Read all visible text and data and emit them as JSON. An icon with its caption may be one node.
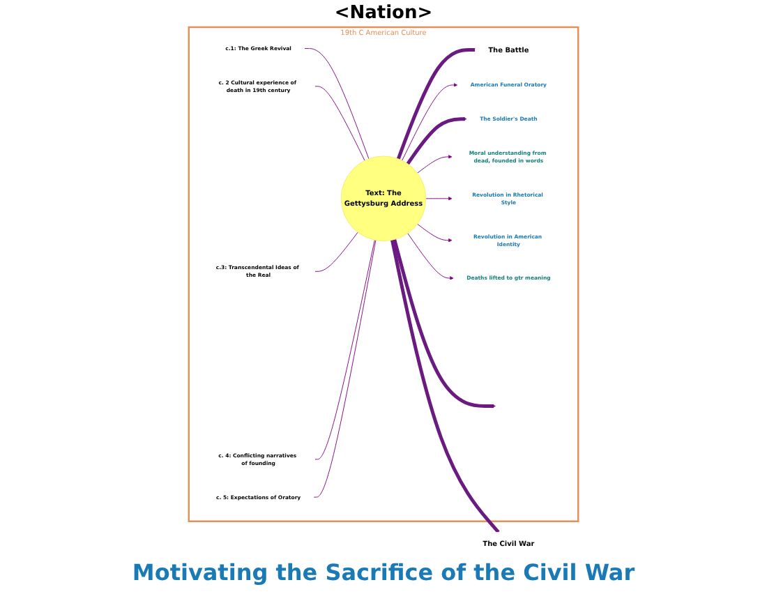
{
  "diagram": {
    "caption": "Motivating the Sacrifice of the Civil War",
    "nodes": [
      {
        "text": [
          "19th C American Culture"
        ]
      },
      {
        "text": [
          "The Civil War"
        ]
      },
      {
        "text": [
          "c.3: Transcendental Ideas of the Real"
        ],
        "in": 0
      },
      {
        "text": [
          "c. 4: Conflicting narratives of founding"
        ],
        "in": 0
      },
      {
        "text": [
          "c. 2 Cultural experience of death in 19th century"
        ],
        "in": 0
      },
      {
        "text": [
          "c. 5: Expectations of Oratory"
        ],
        "in": 0
      },
      {
        "text": [
          "c.1: The Greek Revival"
        ],
        "in": 0
      },
      {
        "text": [
          "The Battle"
        ],
        "in": 0
      },
      {
        "text": [
          "Text: The",
          "Gettysburg Address"
        ],
        "in": 0
      },
      {
        "text": [
          "American Funeral Oratory"
        ],
        "in": 0
      },
      {
        "text": [
          "The Soldier's Death"
        ],
        "in": 0
      },
      {
        "text": [
          "Moral understanding from dead, founded in words"
        ],
        "in": 0
      },
      {
        "text": [
          "Revolution in Rhetorical Style"
        ],
        "in": 0
      },
      {
        "text": [
          "Revolution in American Identity"
        ],
        "in": 0
      },
      {
        "text": [
          "Deaths lifted to gtr meaning"
        ],
        "in": 0
      }
    ],
    "edges": [
      {
        "from": 8,
        "to": 1,
        "arrow": "none",
        "style": "thick",
        "color": "#6a1a80"
      },
      {
        "from": 6,
        "to": 8,
        "arrow": "none"
      },
      {
        "from": 4,
        "to": 8,
        "arrow": "none"
      },
      {
        "from": 2,
        "to": 8,
        "arrow": "none"
      },
      {
        "from": 3,
        "to": 8,
        "arrow": "none"
      },
      {
        "from": 5,
        "to": 8,
        "arrow": "none"
      },
      {
        "from": 8,
        "to": 7,
        "arrow": "none",
        "style": "thick",
        "color": "#6a1a80"
      },
      {
        "from": 8,
        "to": 9,
        "arrow": "to"
      },
      {
        "from": 8,
        "to": 10,
        "arrow": "to",
        "style": "thick",
        "color": "#6a1a80"
      },
      {
        "from": 8,
        "to": null,
        "arrow": "to",
        "style": "thick",
        "color": "#6a1a80"
      },
      {
        "from": 8,
        "to": 12,
        "arrow": "to"
      },
      {
        "from": 8,
        "to": 13,
        "arrow": "to"
      },
      {
        "from": 8,
        "to": 14,
        "arrow": "to"
      },
      {
        "from": 8,
        "to": 11,
        "arrow": "to"
      }
    ],
    "labels": [
      "<Nation>"
    ]
  }
}
